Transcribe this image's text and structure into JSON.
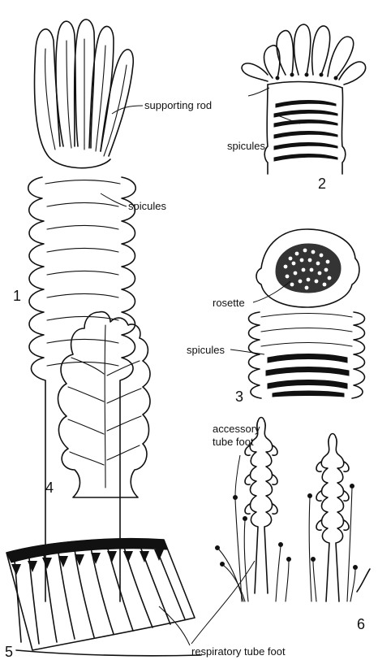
{
  "figures": [
    {
      "number": "1",
      "labels": [
        "supporting rod",
        "spicules"
      ]
    },
    {
      "number": "2",
      "labels": [
        "spicules"
      ]
    },
    {
      "number": "3",
      "labels": [
        "rosette",
        "spicules"
      ]
    },
    {
      "number": "4",
      "labels": []
    },
    {
      "number": "5",
      "labels": [
        "respiratory tube foot"
      ]
    },
    {
      "number": "6",
      "labels": [
        "accessory",
        "tube foot"
      ]
    }
  ]
}
